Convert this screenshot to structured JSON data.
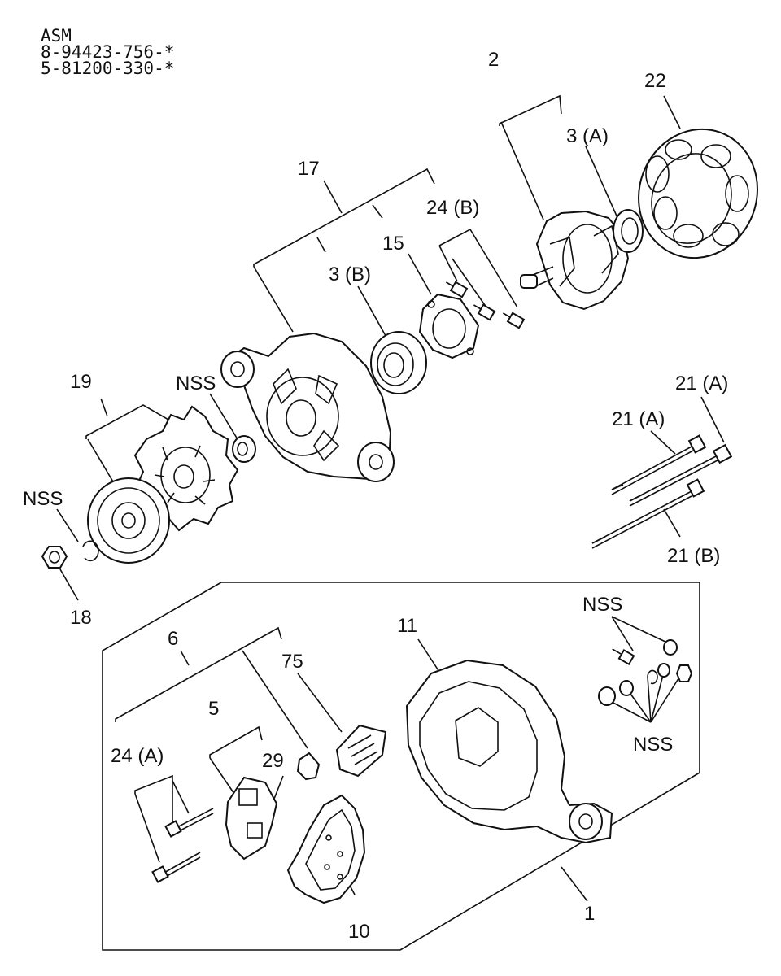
{
  "header": {
    "line1": "ASM",
    "line2": "8-94423-756-*",
    "line3": "5-81200-330-*"
  },
  "callouts": {
    "c1": "1",
    "c2": "2",
    "c3a": "3 (A)",
    "c3b": "3 (B)",
    "c5": "5",
    "c6": "6",
    "c10": "10",
    "c11": "11",
    "c15": "15",
    "c17": "17",
    "c18": "18",
    "c19": "19",
    "c21a_1": "21 (A)",
    "c21a_2": "21 (A)",
    "c21b": "21 (B)",
    "c22": "22",
    "c24a": "24 (A)",
    "c24b": "24 (B)",
    "c29": "29",
    "c75": "75",
    "nss_1": "NSS",
    "nss_2": "NSS",
    "nss_3": "NSS",
    "nss_4": "NSS"
  }
}
